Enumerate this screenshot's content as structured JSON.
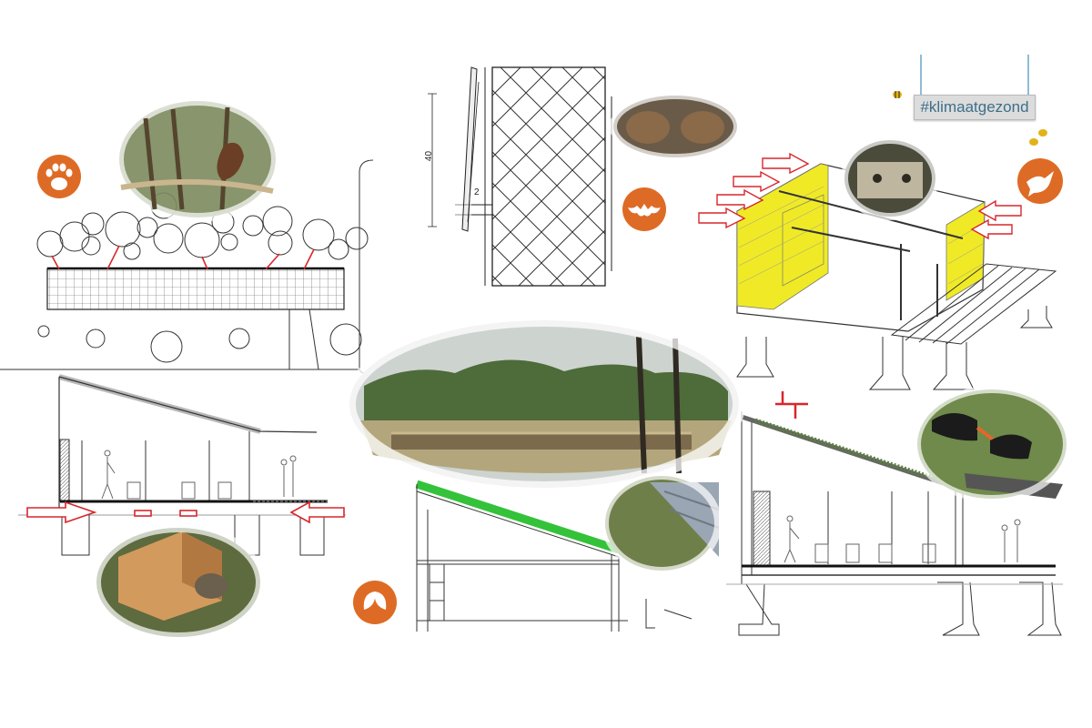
{
  "tag_label": "#klimaatgezond",
  "wall_detail": {
    "dimension_height": "40",
    "dimension_gap": "2"
  },
  "roof_section": {
    "ventilation_marker": "T"
  },
  "icons": {
    "site_plan": "paw-icon",
    "wall_detail": "bat-icon",
    "axonometric": "bird-icon",
    "green_roof_section": "leaves-icon"
  },
  "colors": {
    "badge": "#de6b25",
    "facade_panels": "#f0ea26",
    "green_roof": "#34c23a",
    "airflow_arrows": "#d8262c",
    "bees": "#e2b21b"
  }
}
